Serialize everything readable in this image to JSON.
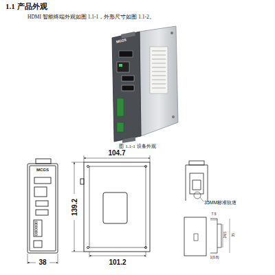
{
  "diagram": {
    "title": "1.1 产品外观",
    "caption": "图 1.1-1 设备外观",
    "labels": [
      "HDMI 智能终端外观如图 1.1-1，外形尺寸如图 1.1-2。",
      "MCGS",
      "104.7",
      "139.2",
      "38",
      "101.2",
      "MCGS",
      "35MM标准轨道",
      "7.5",
      "24.5",
      "35",
      "1(0.8)"
    ]
  }
}
